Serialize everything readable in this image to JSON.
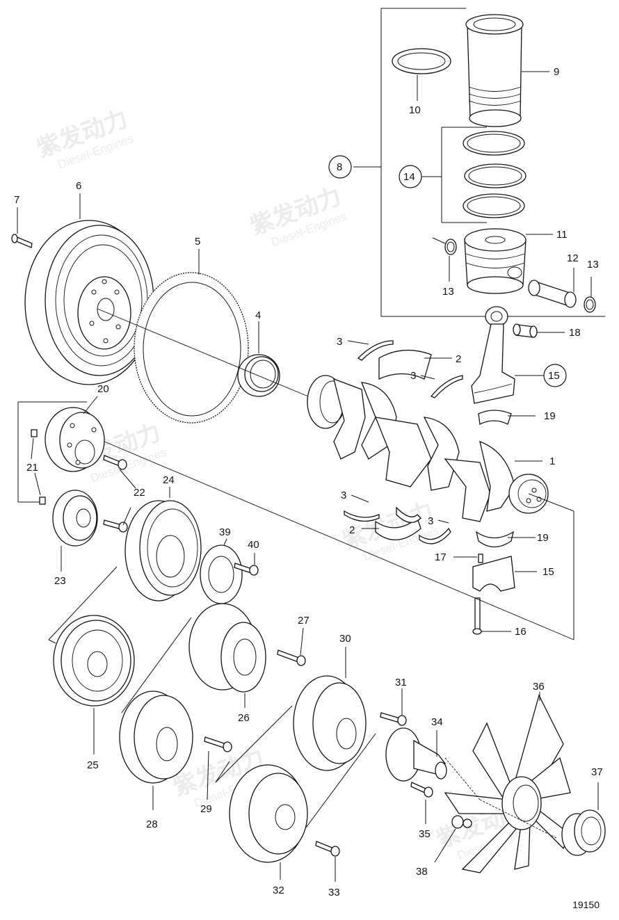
{
  "drawing_number": "19150",
  "watermark": {
    "cn": "紫发动力",
    "en": "Diesel-Engines"
  },
  "labels": [
    {
      "id": "lbl-1",
      "text": "1"
    },
    {
      "id": "lbl-2a",
      "text": "2"
    },
    {
      "id": "lbl-2b",
      "text": "2"
    },
    {
      "id": "lbl-3a",
      "text": "3"
    },
    {
      "id": "lbl-3b",
      "text": "3"
    },
    {
      "id": "lbl-3c",
      "text": "3"
    },
    {
      "id": "lbl-3d",
      "text": "3"
    },
    {
      "id": "lbl-4",
      "text": "4"
    },
    {
      "id": "lbl-5",
      "text": "5"
    },
    {
      "id": "lbl-6",
      "text": "6"
    },
    {
      "id": "lbl-7",
      "text": "7"
    },
    {
      "id": "lbl-8",
      "text": "8"
    },
    {
      "id": "lbl-9",
      "text": "9"
    },
    {
      "id": "lbl-10",
      "text": "10"
    },
    {
      "id": "lbl-11",
      "text": "11"
    },
    {
      "id": "lbl-12",
      "text": "12"
    },
    {
      "id": "lbl-13a",
      "text": "13"
    },
    {
      "id": "lbl-13b",
      "text": "13"
    },
    {
      "id": "lbl-14",
      "text": "14"
    },
    {
      "id": "lbl-15a",
      "text": "15"
    },
    {
      "id": "lbl-15b",
      "text": "15"
    },
    {
      "id": "lbl-16",
      "text": "16"
    },
    {
      "id": "lbl-17",
      "text": "17"
    },
    {
      "id": "lbl-18",
      "text": "18"
    },
    {
      "id": "lbl-19a",
      "text": "19"
    },
    {
      "id": "lbl-19b",
      "text": "19"
    },
    {
      "id": "lbl-20",
      "text": "20"
    },
    {
      "id": "lbl-21",
      "text": "21"
    },
    {
      "id": "lbl-22",
      "text": "22"
    },
    {
      "id": "lbl-23",
      "text": "23"
    },
    {
      "id": "lbl-24",
      "text": "24"
    },
    {
      "id": "lbl-25",
      "text": "25"
    },
    {
      "id": "lbl-26",
      "text": "26"
    },
    {
      "id": "lbl-27",
      "text": "27"
    },
    {
      "id": "lbl-28",
      "text": "28"
    },
    {
      "id": "lbl-29",
      "text": "29"
    },
    {
      "id": "lbl-30",
      "text": "30"
    },
    {
      "id": "lbl-31",
      "text": "31"
    },
    {
      "id": "lbl-32",
      "text": "32"
    },
    {
      "id": "lbl-33",
      "text": "33"
    },
    {
      "id": "lbl-34",
      "text": "34"
    },
    {
      "id": "lbl-35",
      "text": "35"
    },
    {
      "id": "lbl-36",
      "text": "36"
    },
    {
      "id": "lbl-37",
      "text": "37"
    },
    {
      "id": "lbl-38",
      "text": "38"
    },
    {
      "id": "lbl-39",
      "text": "39"
    },
    {
      "id": "lbl-40",
      "text": "40"
    }
  ]
}
